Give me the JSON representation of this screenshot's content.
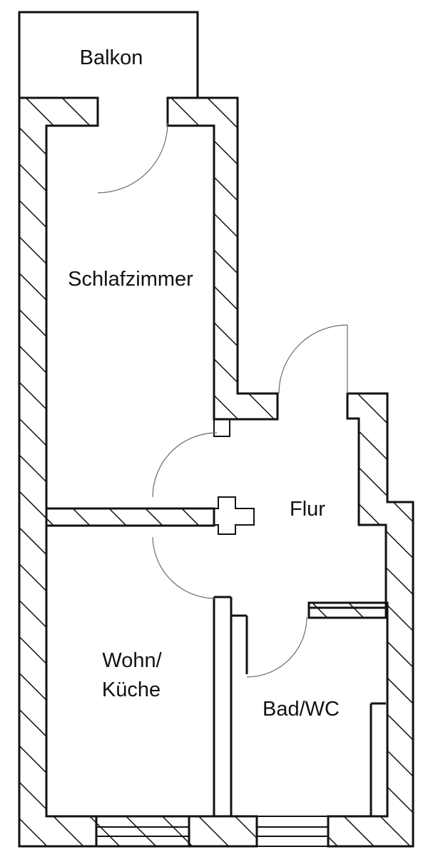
{
  "plan": {
    "colors": {
      "line": "#111111",
      "door_arc": "#6b6b6b",
      "background": "#ffffff"
    },
    "rooms": {
      "balkon": "Balkon",
      "schlafzimmer": "Schlafzimmer",
      "flur": "Flur",
      "wohn_line1": "Wohn/",
      "wohn_line2": "Küche",
      "bad": "Bad/WC"
    }
  }
}
